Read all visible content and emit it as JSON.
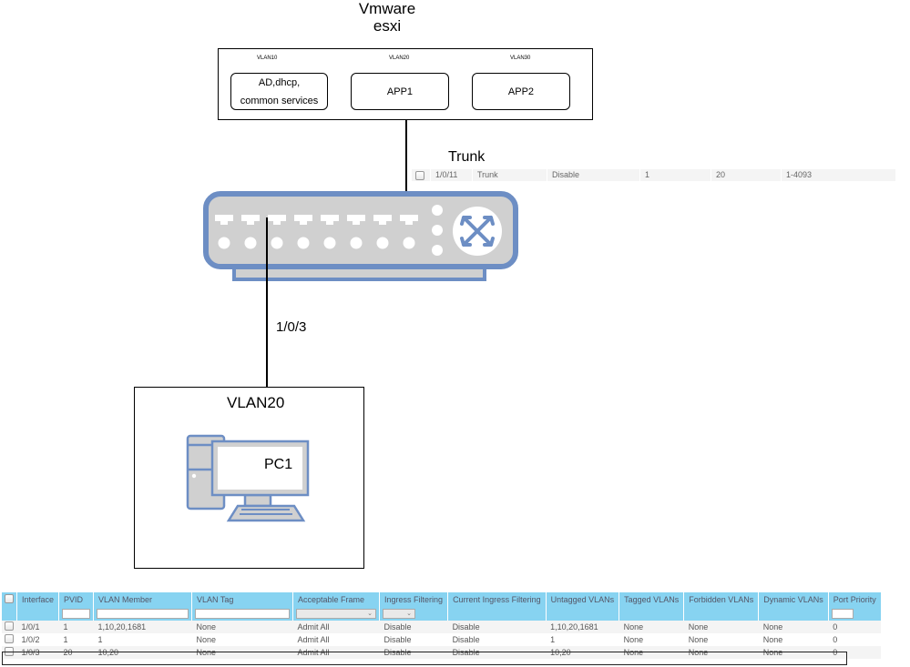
{
  "diagram": {
    "host": {
      "title_line1": "Vmware",
      "title_line2": "esxi"
    },
    "vms": [
      {
        "vlan": "VLAN10",
        "label_line1": "AD,dhcp,",
        "label_line2": "common services"
      },
      {
        "vlan": "VLAN20",
        "label_line1": "APP1",
        "label_line2": ""
      },
      {
        "vlan": "VLAN30",
        "label_line1": "APP2",
        "label_line2": ""
      }
    ],
    "trunk_label": "Trunk",
    "trunk_row": [
      "1/0/11",
      "Trunk",
      "Disable",
      "1",
      "20",
      "1-4093"
    ],
    "access_port_label": "1/0/3",
    "pc_vlan": "VLAN20",
    "pc_label": "PC1",
    "colors": {
      "device_blue": "#6d8ec4",
      "device_gray": "#d0d0d0",
      "header_blue": "#87d3f1"
    }
  },
  "table": {
    "columns": [
      "Interface",
      "PVID",
      "VLAN Member",
      "VLAN Tag",
      "Acceptable Frame",
      "Ingress Filtering",
      "Current Ingress Filtering",
      "Untagged VLANs",
      "Tagged VLANs",
      "Forbidden VLANs",
      "Dynamic VLANs",
      "Port Priority"
    ],
    "rows": [
      [
        "1/0/1",
        "1",
        "1,10,20,1681",
        "None",
        "Admit All",
        "Disable",
        "Disable",
        "1,10,20,1681",
        "None",
        "None",
        "None",
        "0"
      ],
      [
        "1/0/2",
        "1",
        "1",
        "None",
        "Admit All",
        "Disable",
        "Disable",
        "1",
        "None",
        "None",
        "None",
        "0"
      ],
      [
        "1/0/3",
        "20",
        "10,20",
        "None",
        "Admit All",
        "Disable",
        "Disable",
        "10,20",
        "None",
        "None",
        "None",
        "0"
      ]
    ],
    "highlighted_row": "1/0/3",
    "filter_dropdown_glyph": "⌄"
  }
}
